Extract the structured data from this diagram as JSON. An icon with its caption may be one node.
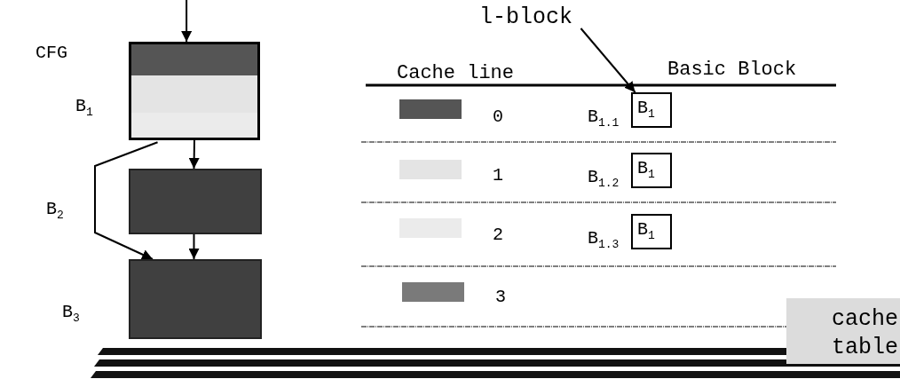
{
  "diagram": {
    "nodes": [
      {
        "text": [],
        "shape": "box",
        "beside": [
          "B$_{1}$"
        ]
      },
      {
        "text": [],
        "shape": "box",
        "beside": [
          "B$_{2}$"
        ]
      },
      {
        "text": [],
        "shape": "box",
        "beside": [
          "B$_{3}$"
        ]
      },
      {
        "text": [
          "l-block"
        ]
      },
      {
        "text": [
          "B$_{1}$"
        ],
        "beside": [
          "B$_{1.1}$"
        ]
      },
      {
        "text": [
          "B$_{1}$"
        ],
        "beside": [
          "B$_{1.2}$"
        ]
      },
      {
        "text": [
          "B$_{1}$"
        ],
        "beside": [
          "B$_{1.3}$"
        ]
      },
      {
        "text": [
          "cache table"
        ]
      }
    ],
    "edges": [
      {
        "from": null,
        "to": 0,
        "arrow": "to"
      },
      {
        "from": 0,
        "to": 1,
        "arrow": "to"
      },
      {
        "from": 1,
        "to": 2,
        "arrow": "to"
      },
      {
        "from": 0,
        "to": 2,
        "arrow": "to"
      },
      {
        "from": 3,
        "to": 4,
        "arrow": "to"
      }
    ],
    "labels": [
      "CFG",
      "Cache line",
      "Basic Block",
      "0",
      "1",
      "2",
      "3"
    ]
  }
}
